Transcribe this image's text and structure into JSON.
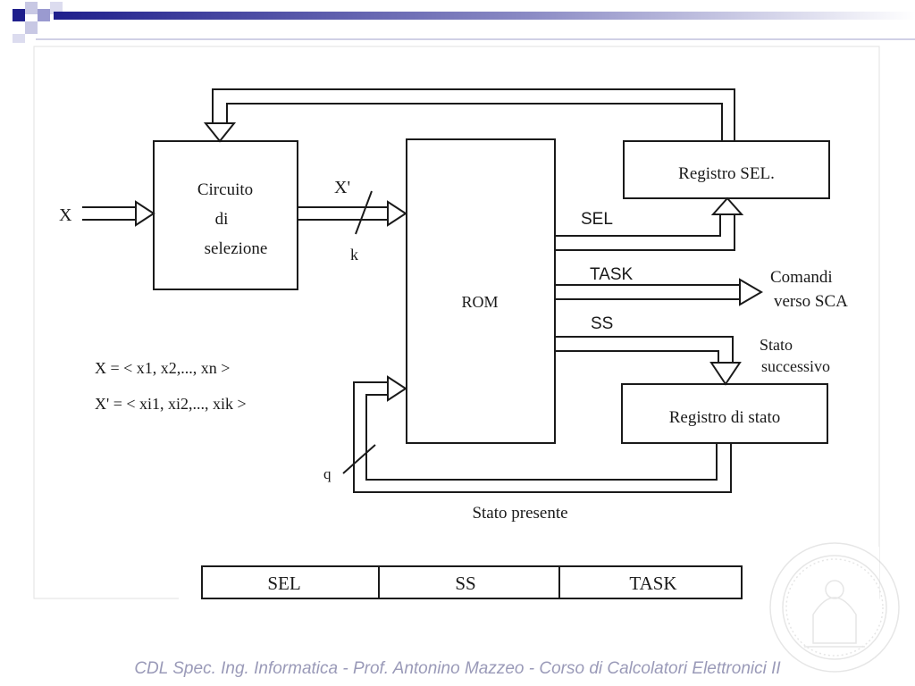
{
  "diagram": {
    "circuit_label_lines": [
      "Circuito",
      "di",
      "selezione"
    ],
    "input_label": "X",
    "xprime_label": "X'",
    "k_label": "k",
    "rom_label": "ROM",
    "reg_sel_label": "Registro SEL.",
    "reg_stato_label": "Registro di stato",
    "sel_label": "SEL",
    "task_label": "TASK",
    "ss_label": "SS",
    "comandi_lines": [
      "Comandi",
      "verso SCA"
    ],
    "stato_succ_lines": [
      "Stato",
      "successivo"
    ],
    "stato_presente_label": "Stato presente",
    "q_label": "q",
    "formula_x": "X = < x1, x2,..., xn >",
    "formula_xprime": "X' = < xi1, xi2,..., xik >"
  },
  "word_format": {
    "fields": [
      "SEL",
      "SS",
      "TASK"
    ]
  },
  "footer": {
    "text": "CDL Spec. Ing. Informatica - Prof. Antonino Mazzeo  -  Corso di Calcolatori Elettronici II"
  },
  "colors": {
    "accent": "#1f1f8c",
    "footer_text": "#9a9ab8",
    "line": "#1a1a1a"
  },
  "icons": {
    "corner_squares": "square-pattern-icon",
    "seal": "university-seal-icon"
  }
}
